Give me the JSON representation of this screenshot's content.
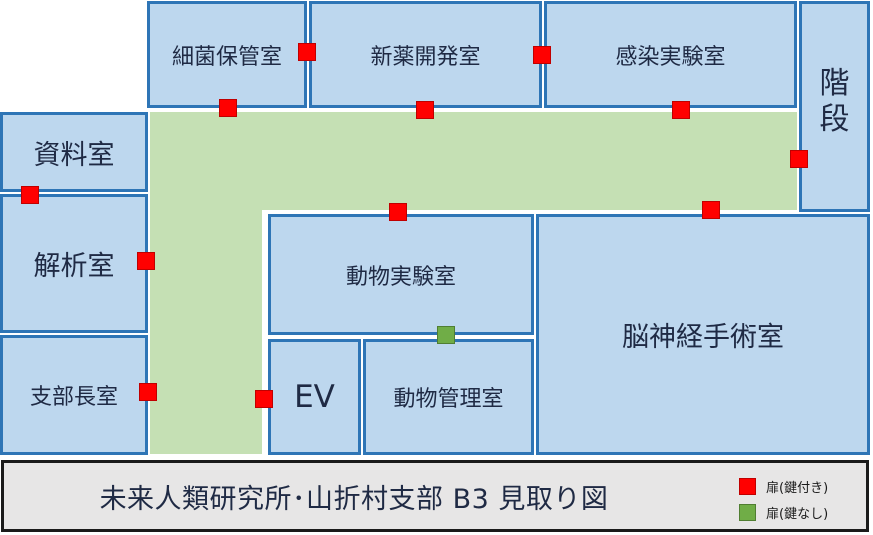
{
  "title": "未来人類研究所･山折村支部 B3 見取り図",
  "rooms": {
    "bacteria_storage": "細菌保管室",
    "new_drug_dev": "新薬開発室",
    "infection_lab": "感染実験室",
    "stairs": [
      "階",
      "段"
    ],
    "records": "資料室",
    "analysis": "解析室",
    "branch_chief": "支部長室",
    "animal_lab": "動物実験室",
    "neurosurgery": "脳神経手術室",
    "elevator": "EV",
    "animal_management": "動物管理室"
  },
  "legend": {
    "locked": "扉(鍵付き)",
    "unlocked": "扉(鍵なし)"
  },
  "colors": {
    "room_fill": "#bdd7ee",
    "room_border": "#2e75b6",
    "corridor": "#c5e0b4",
    "locked_door": "#ff0000",
    "unlocked_door": "#70ad47"
  }
}
